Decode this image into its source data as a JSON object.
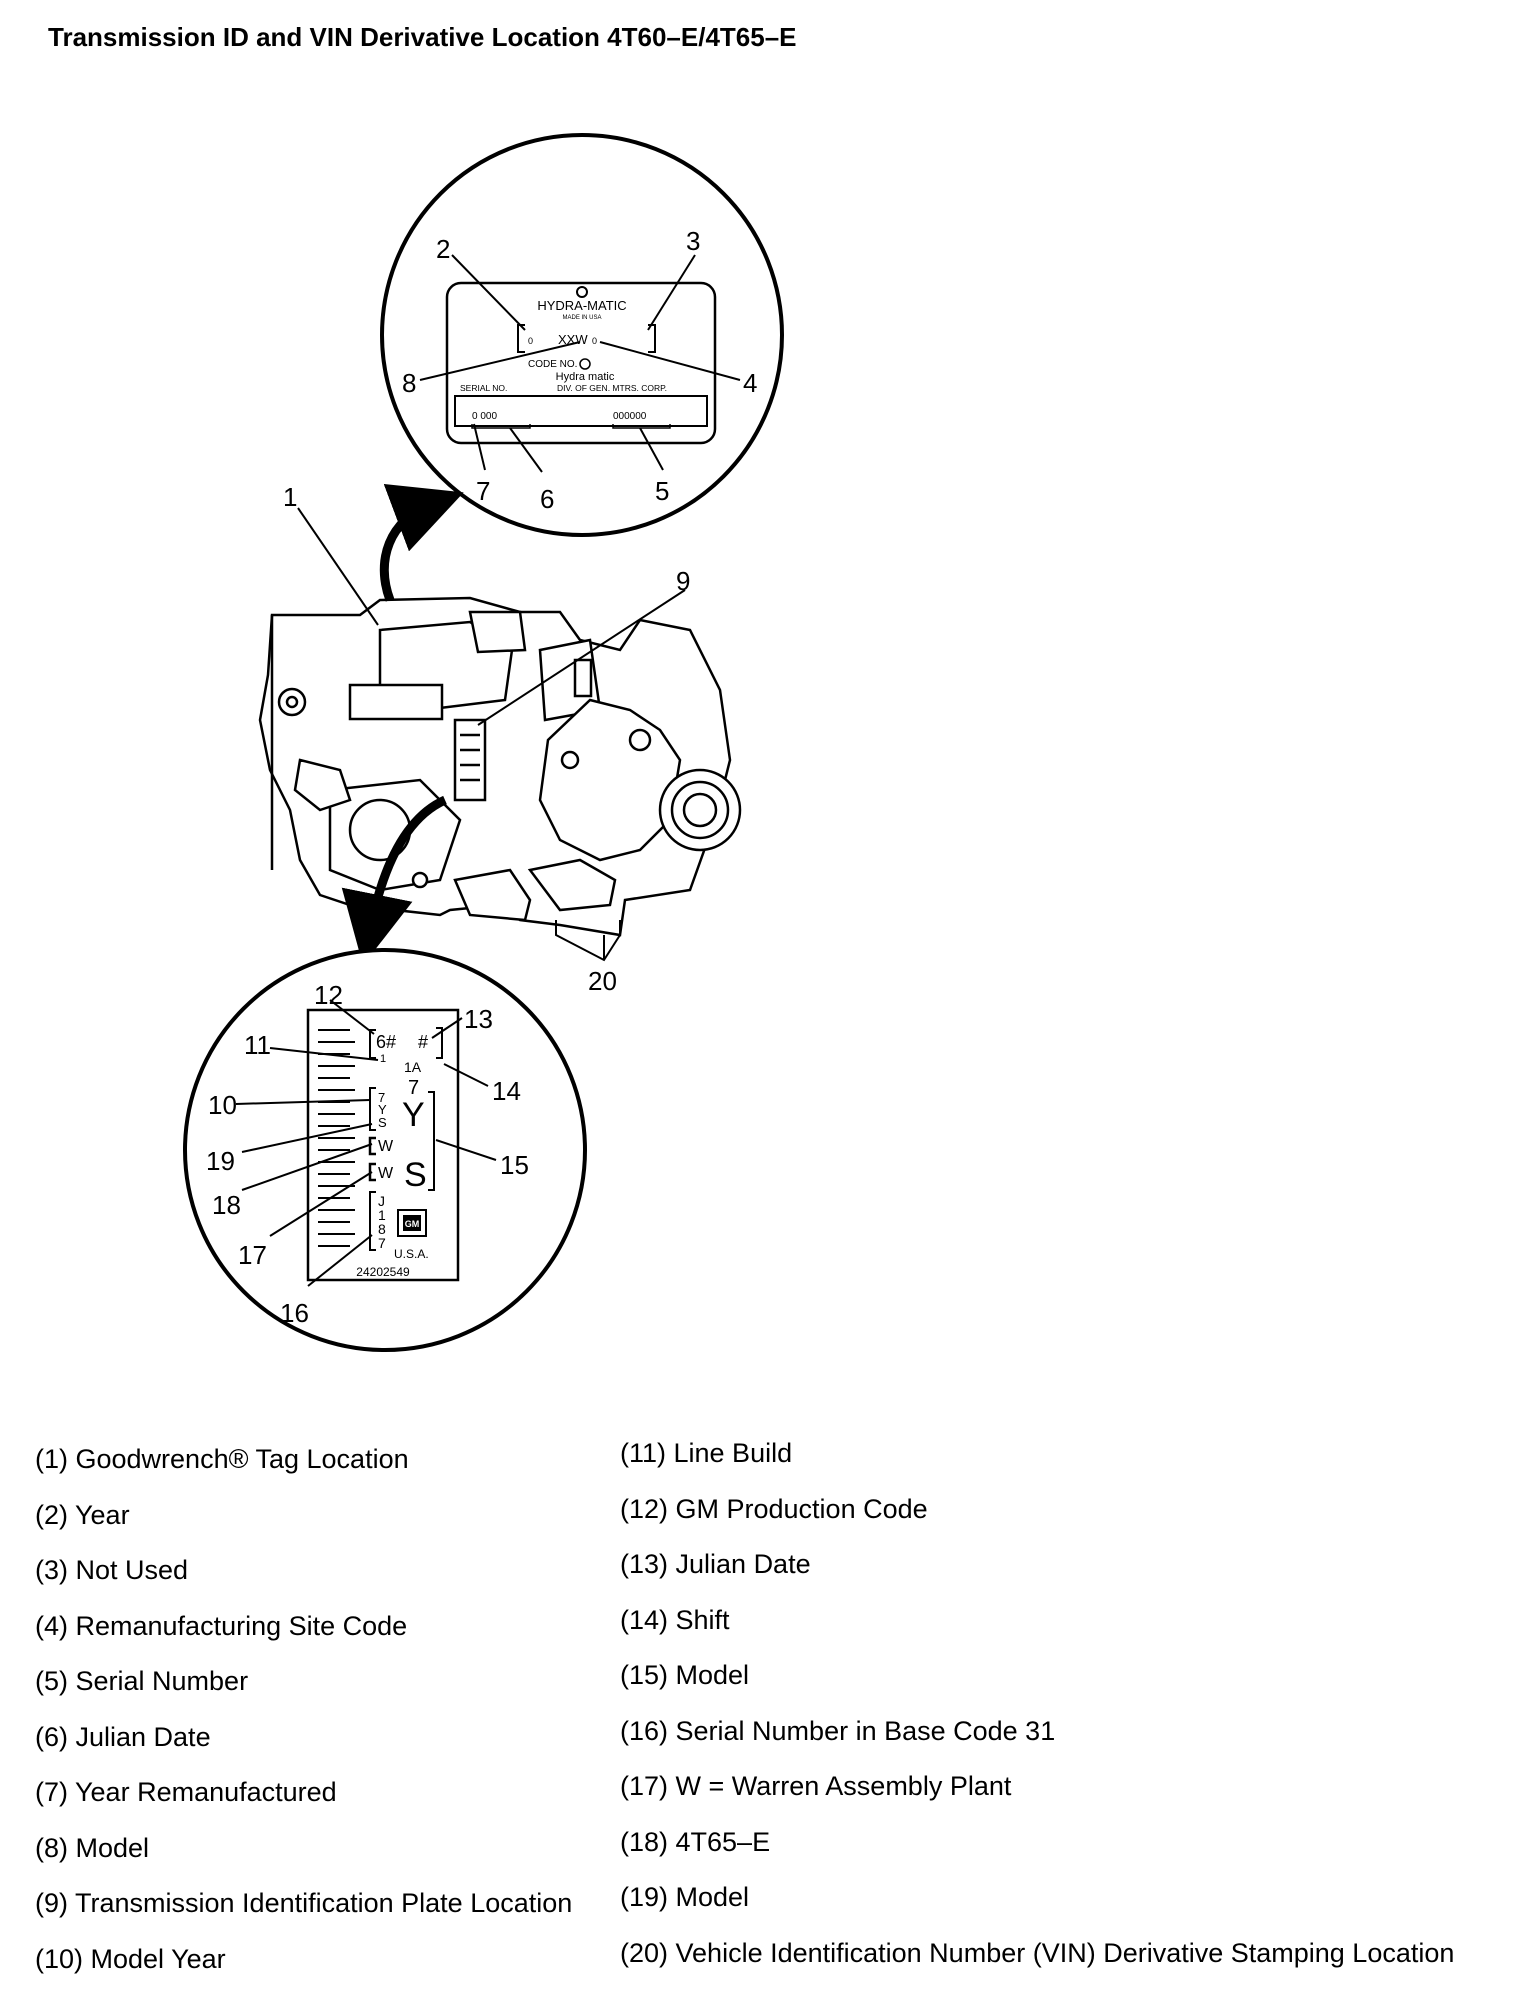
{
  "title": "Transmission ID and VIN Derivative Location 4T60–E/4T65–E",
  "callouts": [
    "1",
    "2",
    "3",
    "4",
    "5",
    "6",
    "7",
    "8",
    "9",
    "10",
    "11",
    "12",
    "13",
    "14",
    "15",
    "16",
    "17",
    "18",
    "19",
    "20"
  ],
  "plate_top": {
    "brand": "HYDRA-MATIC",
    "made_in": "MADE IN USA",
    "code_value": "XXW",
    "code_label": "CODE NO.",
    "brand_script": "Hydra matic",
    "serial_label": "SERIAL NO.",
    "corp_label": "DIV. OF GEN. MTRS. CORP.",
    "serial_left": "0 000",
    "serial_right": "000000"
  },
  "plate_bottom": {
    "line1": "6#",
    "line1b": "#",
    "line_build": "1A",
    "char_7": "7",
    "big_y": "Y",
    "big_s": "S",
    "year_letters": [
      "7",
      "Y",
      "S"
    ],
    "w1": "W",
    "w2": "W",
    "julian": [
      "J",
      "1",
      "8",
      "7"
    ],
    "usa": "U.S.A.",
    "gm_logo": "GM",
    "part_number": "24202549"
  },
  "legend_left": [
    "(1) Goodwrench® Tag Location",
    "(2) Year",
    "(3) Not Used",
    "(4) Remanufacturing Site Code",
    "(5) Serial Number",
    "(6) Julian Date",
    "(7) Year Remanufactured",
    "(8) Model",
    "(9) Transmission Identification Plate Location",
    "(10) Model Year"
  ],
  "legend_right": [
    "(11) Line Build",
    "(12) GM Production Code",
    "(13) Julian Date",
    "(14) Shift",
    "(15) Model",
    "(16) Serial Number in Base Code 31",
    "(17) W = Warren Assembly Plant",
    "(18) 4T65–E",
    "(19) Model",
    "(20) Vehicle Identification Number (VIN) Derivative Stamping Location"
  ]
}
